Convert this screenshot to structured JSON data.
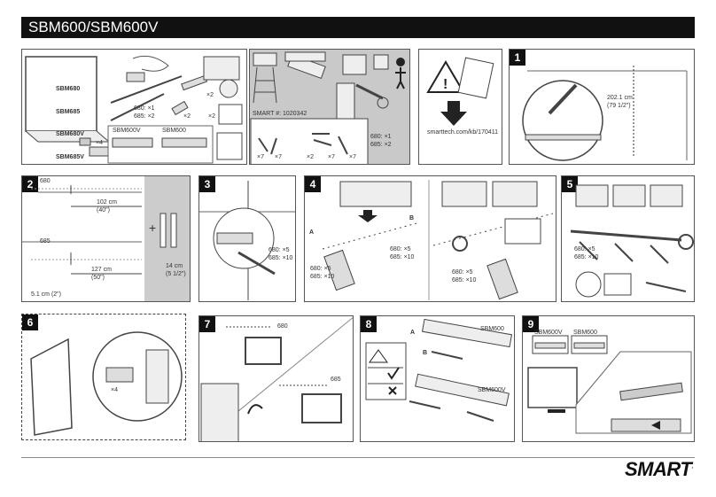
{
  "header": {
    "title": "SBM600/SBM600V"
  },
  "p1": {
    "models": [
      "SBM680",
      "SBM685",
      "SBM680V",
      "SBM685V"
    ],
    "count_x4": "×4",
    "qty_top": "680: ×1\n685: ×2",
    "x2": "×2",
    "x2b": "×2",
    "x2c": "×2",
    "sub_v": "SBM600V",
    "sub": "SBM600"
  },
  "p2": {
    "part": "SMART #: 1020342",
    "x7a": "×7",
    "x7b": "×7",
    "x2": "×2",
    "x7c": "×7",
    "x7d": "×7",
    "qty": "680: ×1\n685: ×2"
  },
  "p3": {
    "url": "smarttech.com/kb/170411"
  },
  "s1": {
    "num": "1",
    "height": "202.1 cm\n(79 1/2\")"
  },
  "s2": {
    "num": "2",
    "m680": "680",
    "d102": "102 cm\n(40\")",
    "m685": "685",
    "d127": "127 cm\n(50\")",
    "d51": "5.1 cm (2\")",
    "d14": "14 cm\n(5 1/2\")",
    "plus": "+"
  },
  "s3": {
    "num": "3",
    "qty": "680: ×5\n685: ×10"
  },
  "s4": {
    "num": "4",
    "qtyA": "680: ×5\n685: ×10",
    "qtyB": "680: ×5\n685: ×10",
    "qtyC": "680: ×5\n685: ×10",
    "A": "A",
    "B": "B"
  },
  "s5": {
    "num": "5",
    "qty": "680: ×5\n685: ×10"
  },
  "s6": {
    "num": "6",
    "x4": "×4"
  },
  "s7": {
    "num": "7",
    "m680": "680",
    "m685": "685"
  },
  "s8": {
    "num": "8",
    "sbm600": "SBM600",
    "sbm600v": "SBM600V",
    "A": "A",
    "B": "B"
  },
  "s9": {
    "num": "9",
    "sbm600v": "SBM600V",
    "sbm600": "SBM600"
  },
  "footer": {
    "logo": "SMART"
  }
}
